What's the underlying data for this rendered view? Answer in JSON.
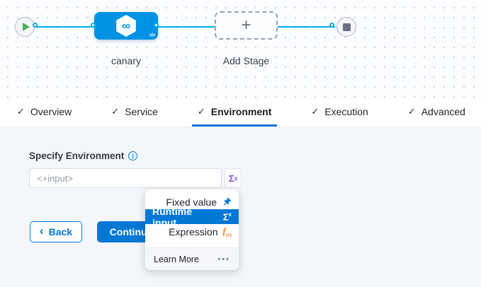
{
  "pipeline": {
    "stage_name": "canary",
    "add_stage_label": "Add Stage",
    "plus": "+",
    "code_icon": "</>",
    "infinity_icon": "∞"
  },
  "tabs": [
    {
      "label": "Overview",
      "active": false
    },
    {
      "label": "Service",
      "active": false
    },
    {
      "label": "Environment",
      "active": true
    },
    {
      "label": "Execution",
      "active": false
    },
    {
      "label": "Advanced",
      "active": false
    }
  ],
  "check_glyph": "✓",
  "form": {
    "label": "Specify Environment",
    "info_glyph": "i",
    "placeholder": "<+input>"
  },
  "buttons": {
    "back_chevron": "‹",
    "back_label": "Back",
    "continue_label": "Continue"
  },
  "menu": {
    "items": [
      {
        "label": "Fixed value",
        "icon": "pin-icon"
      },
      {
        "label": "Runtime input",
        "icon": "sigma-icon"
      },
      {
        "label": "Expression",
        "icon": "fx-icon"
      }
    ],
    "footer": {
      "learn_more_label": "Learn More",
      "ellipsis": "•••"
    }
  },
  "glyphs": {
    "sigma": "Σ",
    "sigma_sup": "x",
    "fx_f": "f",
    "fx_sub": "(x)"
  },
  "colors": {
    "accent_blue": "#0278d5",
    "stage_blue": "#0092e4",
    "line_blue": "#00ade4",
    "expression_orange": "#ff7c26",
    "sigma_purple": "#7d4bd6",
    "play_green": "#4db058"
  }
}
